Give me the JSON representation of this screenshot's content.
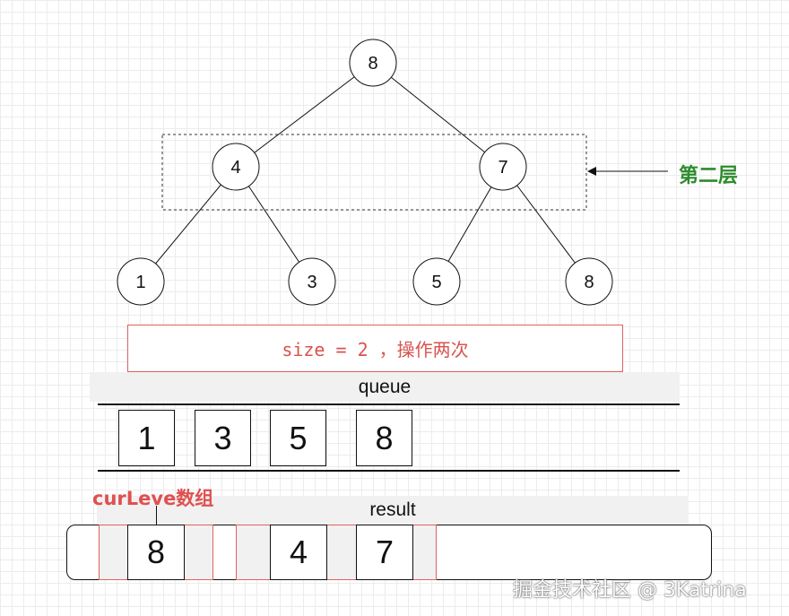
{
  "tree": {
    "nodes": [
      {
        "id": "root",
        "label": "8"
      },
      {
        "id": "l",
        "label": "4"
      },
      {
        "id": "r",
        "label": "7"
      },
      {
        "id": "ll",
        "label": "1"
      },
      {
        "id": "lr",
        "label": "3"
      },
      {
        "id": "rl",
        "label": "5"
      },
      {
        "id": "rr",
        "label": "8"
      }
    ],
    "edges": [
      [
        "root",
        "l"
      ],
      [
        "root",
        "r"
      ],
      [
        "l",
        "ll"
      ],
      [
        "l",
        "lr"
      ],
      [
        "r",
        "rl"
      ],
      [
        "r",
        "rr"
      ]
    ]
  },
  "layer_label": "第二层",
  "size_note": "size = 2 ，操作两次",
  "queue": {
    "title": "queue",
    "items": [
      "1",
      "3",
      "5",
      "8"
    ]
  },
  "result": {
    "title": "result",
    "items": [
      "8",
      "4",
      "7"
    ]
  },
  "curlevel_label": "curLeve数组",
  "watermark": "掘金技术社区 @ 3Katrina",
  "colors": {
    "layer_label": "#2e8b2e",
    "highlight_red": "#e06060",
    "header_gray": "#f1f1f1"
  }
}
